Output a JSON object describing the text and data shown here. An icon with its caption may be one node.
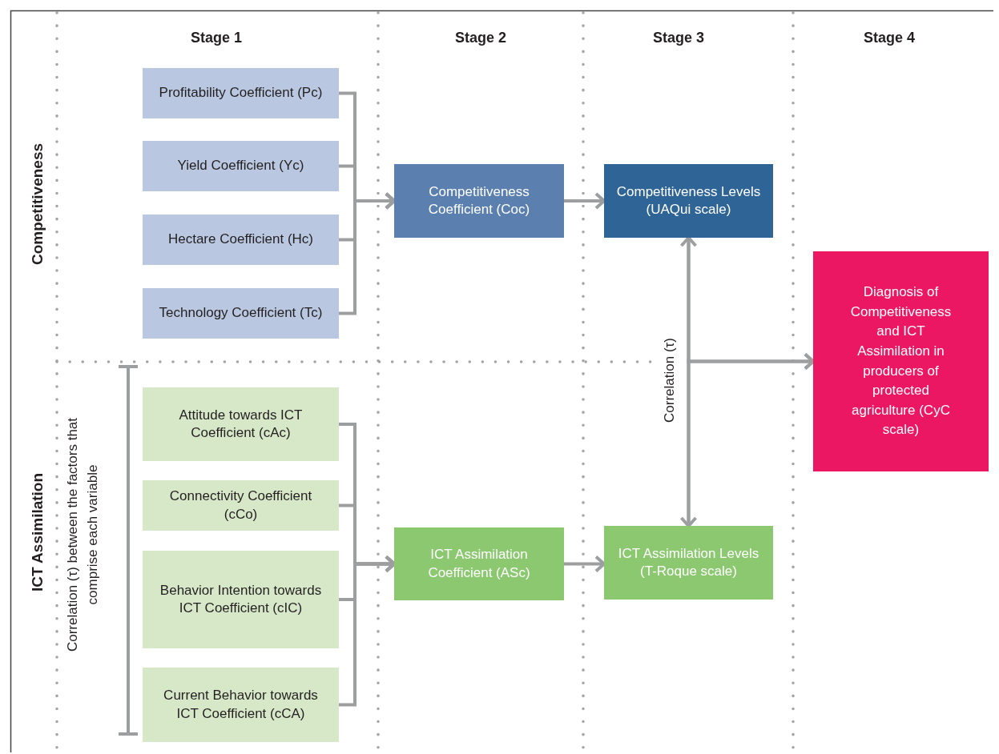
{
  "diagram": {
    "nodes": [
      {
        "text": [
          "Profitability Coefficient (Pc)"
        ]
      },
      {
        "text": [
          "Yield Coefficient (Yc)"
        ]
      },
      {
        "text": [
          "Hectare Coefficient (Hc)"
        ]
      },
      {
        "text": [
          "Technology Coefficient (Tc)"
        ]
      },
      {
        "text": [
          "Competitiveness Coefficient (Coc)"
        ]
      },
      {
        "text": [
          "Competitiveness Levels (UAQui scale)"
        ]
      },
      {
        "text": [
          "Attitude towards ICT Coefficient (cAc)"
        ]
      },
      {
        "text": [
          "Connectivity Coefficient (cCo)"
        ]
      },
      {
        "text": [
          "Behavior Intention towards ICT Coefficient (cIC)"
        ]
      },
      {
        "text": [
          "Current Behavior towards ICT Coefficient (cCA)"
        ]
      },
      {
        "text": [
          "ICT Assimilation Coefficient (ASc)"
        ]
      },
      {
        "text": [
          "ICT Assimilation Levels (T-Roque scale)"
        ]
      },
      {
        "text": [
          "Diagnosis of Competitiveness and ICT Assimilation in producers of protected agriculture (CyC scale)"
        ]
      }
    ],
    "edges": [
      {
        "from": 0,
        "to": 4,
        "arrow": "to"
      },
      {
        "from": 1,
        "to": 4,
        "arrow": "to"
      },
      {
        "from": 2,
        "to": 4,
        "arrow": "to"
      },
      {
        "from": 3,
        "to": 4,
        "arrow": "to"
      },
      {
        "from": 4,
        "to": 5,
        "arrow": "to"
      },
      {
        "from": 6,
        "to": 10,
        "arrow": "to"
      },
      {
        "from": 7,
        "to": 10,
        "arrow": "to"
      },
      {
        "from": 8,
        "to": 10,
        "arrow": "to"
      },
      {
        "from": 9,
        "to": 10,
        "arrow": "to"
      },
      {
        "from": 10,
        "to": 11,
        "arrow": "to"
      },
      {
        "from": 5,
        "to": 11,
        "arrow": "both",
        "label": "Correlation (τ)"
      },
      {
        "from": 5,
        "to": 12,
        "arrow": "to"
      },
      {
        "from": 11,
        "to": 12,
        "arrow": "to"
      }
    ],
    "labels": [
      "Stage 1",
      "Stage 2",
      "Stage 3",
      "Stage 4",
      "Competitiveness",
      "ICT Assimilation",
      "Correlation (τ) between the factors that comprise each variable"
    ]
  }
}
